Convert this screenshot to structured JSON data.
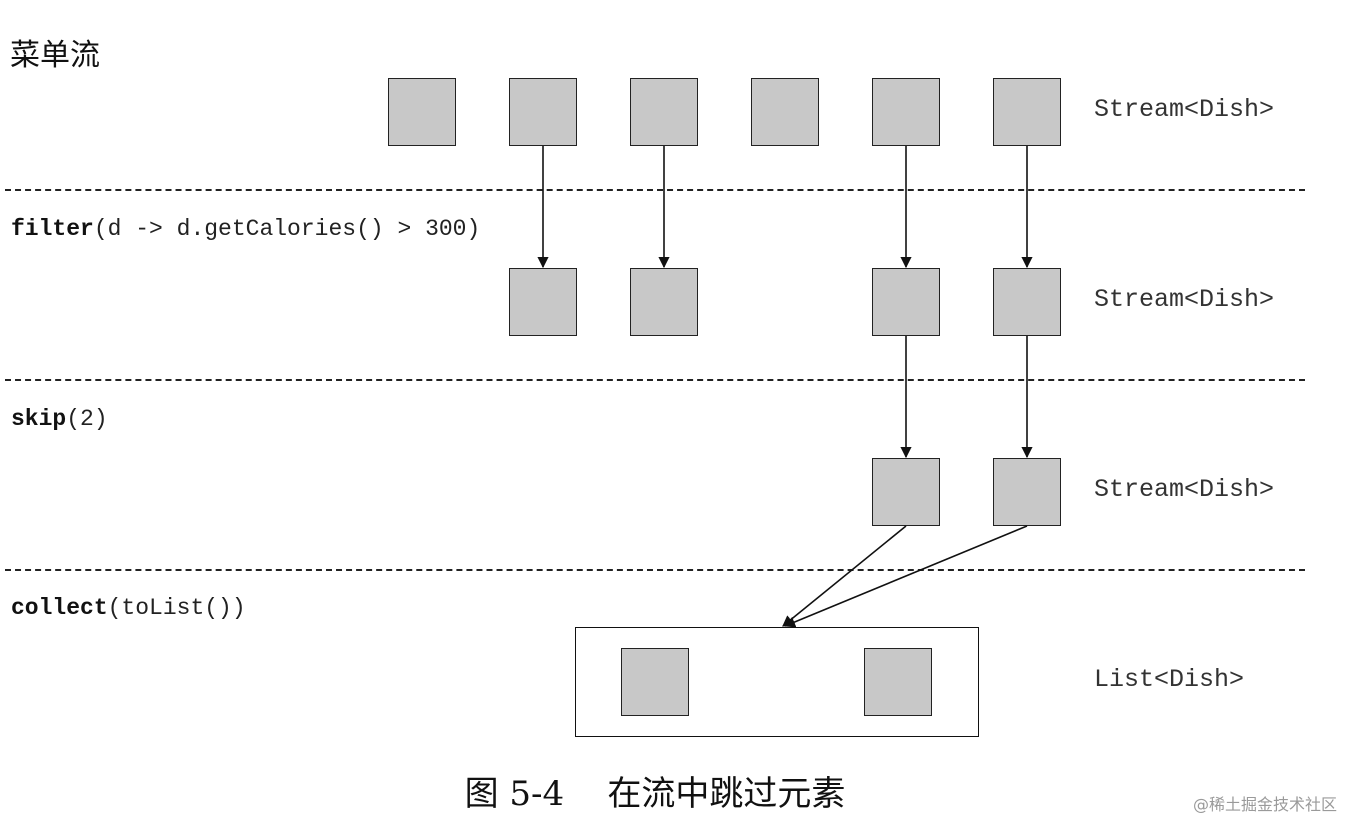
{
  "title": "菜单流",
  "stages": [
    {
      "op_name": "",
      "op_args": "",
      "type_label": "Stream<Dish>"
    },
    {
      "op_name": "filter",
      "op_args": "(d -> d.getCalories() > 300)",
      "type_label": "Stream<Dish>"
    },
    {
      "op_name": "skip",
      "op_args": "(2)",
      "type_label": "Stream<Dish>"
    },
    {
      "op_name": "collect",
      "op_args": "(toList())",
      "type_label": "List<Dish>"
    }
  ],
  "caption": "图 5-4    在流中跳过元素",
  "watermark": "@稀土掘金技术社区",
  "colors": {
    "box_fill": "#c8c8c8",
    "stroke": "#111111"
  }
}
